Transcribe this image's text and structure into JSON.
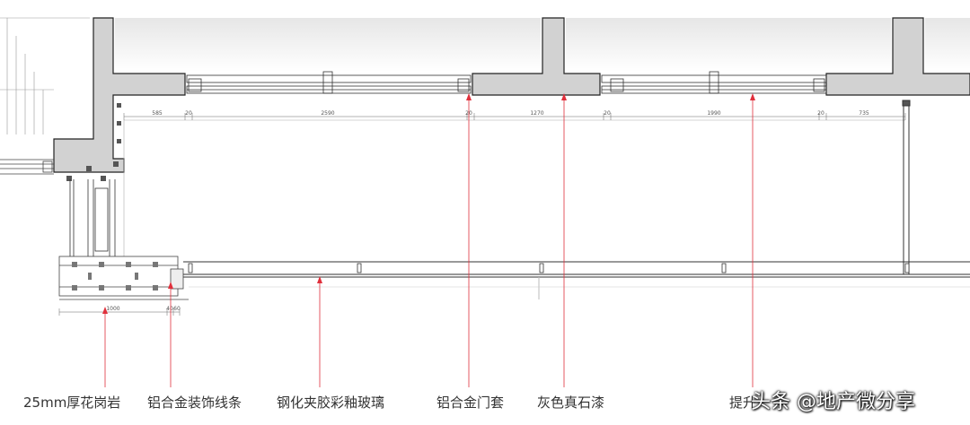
{
  "dimensions_top": [
    "585",
    "20",
    "2590",
    "20",
    "1270",
    "20",
    "1990",
    "20",
    "735"
  ],
  "dimensions_bottom": [
    "1000",
    "40",
    "60"
  ],
  "callouts": [
    {
      "text": "25mm厚花岗岩"
    },
    {
      "text": "铝合金装饰线条"
    },
    {
      "text": "钢化夹胶彩釉玻璃"
    },
    {
      "text": "铝合金门套"
    },
    {
      "text": "灰色真石漆"
    },
    {
      "text": "提升"
    }
  ],
  "watermark": "头条 @地产微分享",
  "colors": {
    "wall_fill": "#d2d2d2",
    "line": "#222222",
    "leader": "#e0303c",
    "thin": "#999999"
  }
}
